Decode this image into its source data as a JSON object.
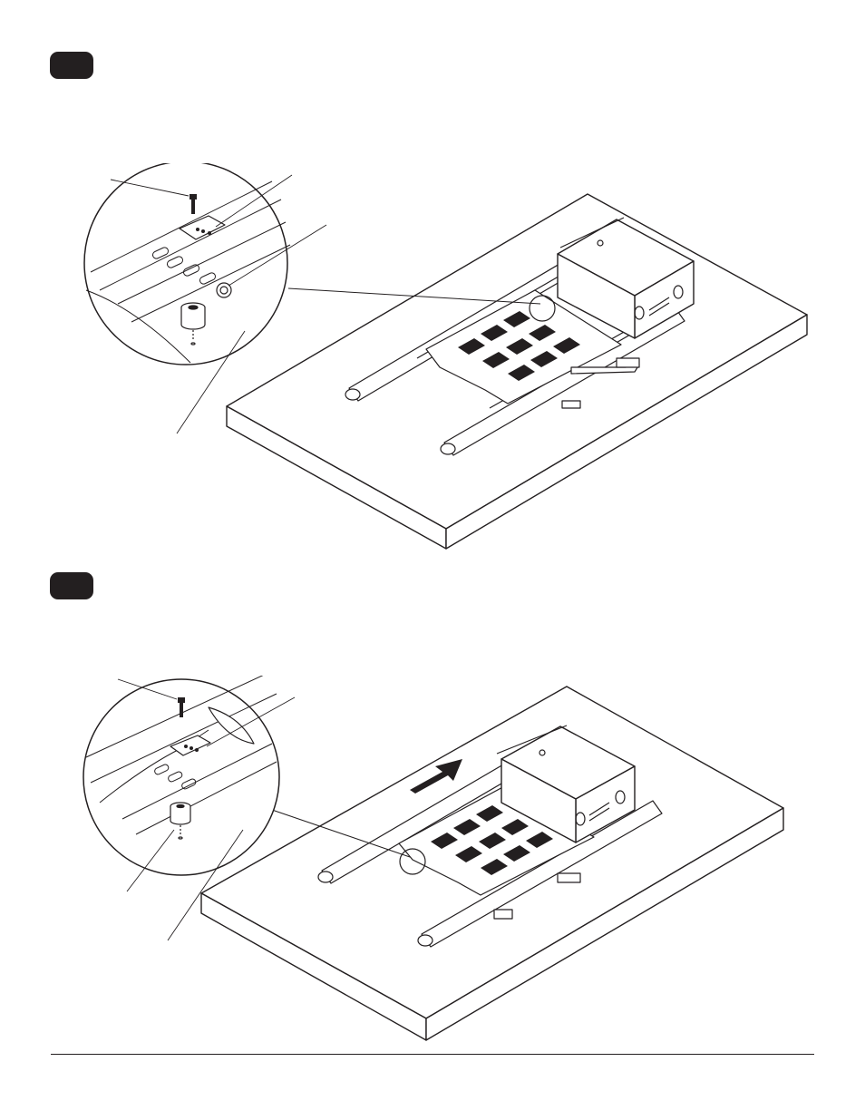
{
  "steps": [
    {
      "id": "step-1",
      "badge_text": "",
      "has_callout_labels": false
    },
    {
      "id": "step-2",
      "badge_text": "",
      "has_callout_labels": false
    }
  ],
  "illustrations": [
    {
      "name": "step-1-illustration",
      "icons": [
        "detail-magnifier-icon",
        "screw-icon",
        "spacer-icon",
        "mount-plate-icon",
        "junction-box-icon",
        "display-surface-icon"
      ]
    },
    {
      "name": "step-2-illustration",
      "icons": [
        "detail-magnifier-icon",
        "screw-icon",
        "spacer-icon",
        "mount-plate-icon",
        "junction-box-icon",
        "slide-direction-arrow-icon",
        "display-surface-icon"
      ]
    }
  ],
  "colors": {
    "ink": "#231f20",
    "paper": "#ffffff"
  }
}
